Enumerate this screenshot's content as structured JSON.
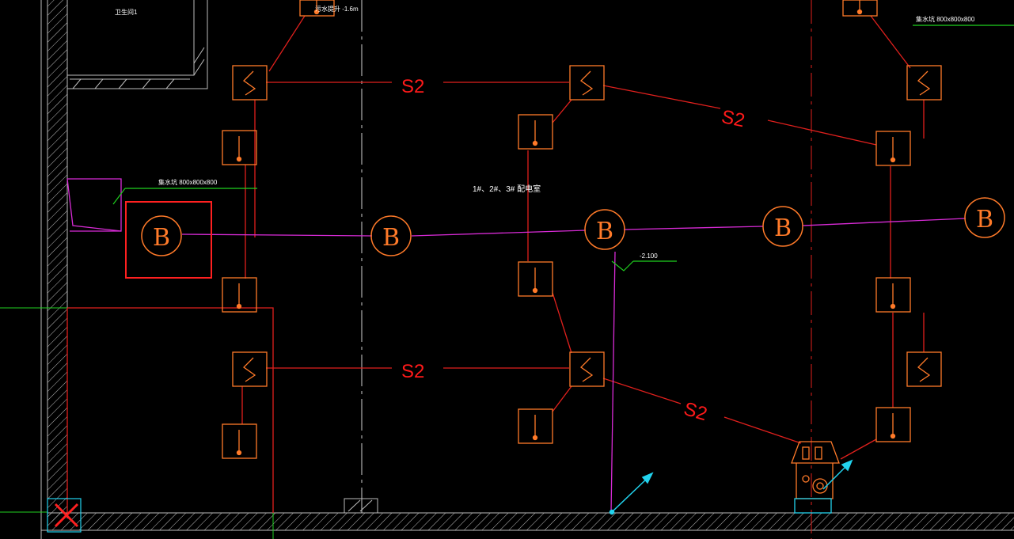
{
  "drawing": {
    "room_label_top_left": "卫生间1",
    "elevation_top": "污水提升 -1.6m",
    "sump_label_right": "集水坑 800x800x800",
    "sump_label_left": "集水坑 800x800x800",
    "zone_label": "1#、2#、3# 配电室",
    "elevation_mid": "-2.100",
    "pipe_code_1": "S2",
    "pipe_code_2": "S2",
    "pipe_code_3": "S2",
    "pipe_code_4": "S2",
    "boiler_symbol": "B"
  },
  "colors": {
    "background": "#000000",
    "pipe_red": "#e0201d",
    "pipe_magenta": "#d82bd6",
    "symbol_orange": "#ff7a29",
    "wall_gray": "#bdbdbd",
    "dim_green": "#1fd11f",
    "arrow_cyan": "#22d3ee"
  }
}
